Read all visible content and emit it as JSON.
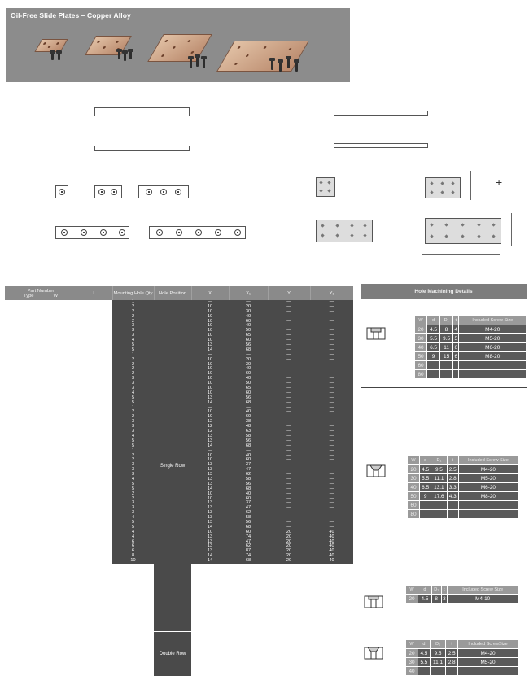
{
  "banner": {
    "title": "Oil-Free Slide Plates – Copper Alloy"
  },
  "table": {
    "headers": {
      "part_number": "Part Number",
      "type": "Type",
      "w": "W",
      "l": "L",
      "mounting_hole_qty": "Mounting Hole Qty",
      "hole_position": "Hole Position",
      "x": "X",
      "x1": "X₁",
      "y": "Y",
      "y1": "Y₁"
    },
    "groups": {
      "single_row": "Single Row",
      "double_row": "Double Row"
    },
    "rows": [
      [
        "1",
        "—",
        "—",
        "—",
        "—"
      ],
      [
        "2",
        "10",
        "20",
        "—",
        "—"
      ],
      [
        "2",
        "10",
        "30",
        "—",
        "—"
      ],
      [
        "2",
        "10",
        "40",
        "—",
        "—"
      ],
      [
        "2",
        "10",
        "60",
        "—",
        "—"
      ],
      [
        "3",
        "10",
        "40",
        "—",
        "—"
      ],
      [
        "3",
        "10",
        "50",
        "—",
        "—"
      ],
      [
        "3",
        "10",
        "65",
        "—",
        "—"
      ],
      [
        "4",
        "10",
        "60",
        "—",
        "—"
      ],
      [
        "5",
        "13",
        "56",
        "—",
        "—"
      ],
      [
        "5",
        "14",
        "68",
        "—",
        "—"
      ],
      [
        "1",
        "—",
        "—",
        "—",
        "—"
      ],
      [
        "2",
        "10",
        "20",
        "—",
        "—"
      ],
      [
        "2",
        "10",
        "30",
        "—",
        "—"
      ],
      [
        "2",
        "10",
        "40",
        "—",
        "—"
      ],
      [
        "2",
        "10",
        "60",
        "—",
        "—"
      ],
      [
        "3",
        "10",
        "40",
        "—",
        "—"
      ],
      [
        "3",
        "10",
        "50",
        "—",
        "—"
      ],
      [
        "3",
        "10",
        "65",
        "—",
        "—"
      ],
      [
        "4",
        "10",
        "60",
        "—",
        "—"
      ],
      [
        "5",
        "13",
        "56",
        "—",
        "—"
      ],
      [
        "5",
        "14",
        "68",
        "—",
        "—"
      ],
      [
        "1",
        "—",
        "—",
        "—",
        "—"
      ],
      [
        "2",
        "10",
        "40",
        "—",
        "—"
      ],
      [
        "2",
        "10",
        "60",
        "—",
        "—"
      ],
      [
        "3",
        "12",
        "38",
        "—",
        "—"
      ],
      [
        "3",
        "12",
        "48",
        "—",
        "—"
      ],
      [
        "3",
        "12",
        "63",
        "—",
        "—"
      ],
      [
        "4",
        "13",
        "58",
        "—",
        "—"
      ],
      [
        "5",
        "13",
        "56",
        "—",
        "—"
      ],
      [
        "5",
        "14",
        "68",
        "—",
        "—"
      ],
      [
        "1",
        "—",
        "—",
        "—",
        "—"
      ],
      [
        "2",
        "10",
        "40",
        "—",
        "—"
      ],
      [
        "2",
        "10",
        "60",
        "—",
        "—"
      ],
      [
        "3",
        "13",
        "37",
        "—",
        "—"
      ],
      [
        "3",
        "13",
        "47",
        "—",
        "—"
      ],
      [
        "3",
        "13",
        "62",
        "—",
        "—"
      ],
      [
        "4",
        "13",
        "58",
        "—",
        "—"
      ],
      [
        "5",
        "13",
        "56",
        "—",
        "—"
      ],
      [
        "5",
        "14",
        "68",
        "—",
        "—"
      ],
      [
        "2",
        "10",
        "40",
        "—",
        "—"
      ],
      [
        "2",
        "10",
        "60",
        "—",
        "—"
      ],
      [
        "3",
        "13",
        "37",
        "—",
        "—"
      ],
      [
        "3",
        "13",
        "47",
        "—",
        "—"
      ],
      [
        "3",
        "13",
        "62",
        "—",
        "—"
      ],
      [
        "4",
        "13",
        "58",
        "—",
        "—"
      ],
      [
        "5",
        "13",
        "56",
        "—",
        "—"
      ],
      [
        "5",
        "14",
        "68",
        "—",
        "—"
      ],
      [
        "4",
        "10",
        "60",
        "20",
        "40"
      ],
      [
        "4",
        "13",
        "74",
        "20",
        "40"
      ],
      [
        "6",
        "13",
        "47",
        "20",
        "40"
      ],
      [
        "6",
        "13",
        "62",
        "20",
        "40"
      ],
      [
        "6",
        "13",
        "87",
        "20",
        "40"
      ],
      [
        "8",
        "14",
        "74",
        "20",
        "40"
      ],
      [
        "10",
        "14",
        "68",
        "20",
        "40"
      ]
    ]
  },
  "hole_machining": {
    "title": "Hole Machining Details",
    "spec_headers": [
      "W",
      "d",
      "D₁",
      "t",
      "Included Screw Size"
    ],
    "spec1": [
      [
        "20",
        "4.5",
        "8",
        "4",
        "M4-20"
      ],
      [
        "30",
        "5.5",
        "9.5",
        "5",
        "M5-20"
      ],
      [
        "40",
        "6.5",
        "11",
        "6",
        "M6-20"
      ],
      [
        "50",
        "9",
        "15",
        "6",
        "M8-20"
      ],
      [
        "60",
        "",
        "",
        "",
        ""
      ],
      [
        "80",
        "",
        "",
        "",
        ""
      ]
    ],
    "spec2": [
      [
        "20",
        "4.5",
        "9.5",
        "2.5",
        "M4-20"
      ],
      [
        "30",
        "5.5",
        "11.1",
        "2.8",
        "M5-20"
      ],
      [
        "40",
        "6.5",
        "13.1",
        "3.3",
        "M6-20"
      ],
      [
        "50",
        "9",
        "17.6",
        "4.3",
        "M8-20"
      ],
      [
        "60",
        "",
        "",
        "",
        ""
      ],
      [
        "80",
        "",
        "",
        "",
        ""
      ]
    ],
    "spec3": [
      [
        "20",
        "4.5",
        "8",
        "3",
        "M4-10"
      ]
    ],
    "spec3_headers": [
      "W",
      "d",
      "D₁",
      "t",
      "Included Screw Size"
    ],
    "spec4_headers": [
      "W",
      "d",
      "D₁",
      "t",
      "Included ScrewSize"
    ],
    "spec4": [
      [
        "20",
        "4.5",
        "9.5",
        "2.5",
        "M4-20"
      ],
      [
        "30",
        "5.5",
        "11.1",
        "2.8",
        "M5-20"
      ],
      [
        "40",
        "",
        "",
        "",
        ""
      ]
    ]
  },
  "colors": {
    "banner": "#8c8c8c",
    "table_dark": "#4a4a4a",
    "table_header": "#8a8a8a"
  }
}
